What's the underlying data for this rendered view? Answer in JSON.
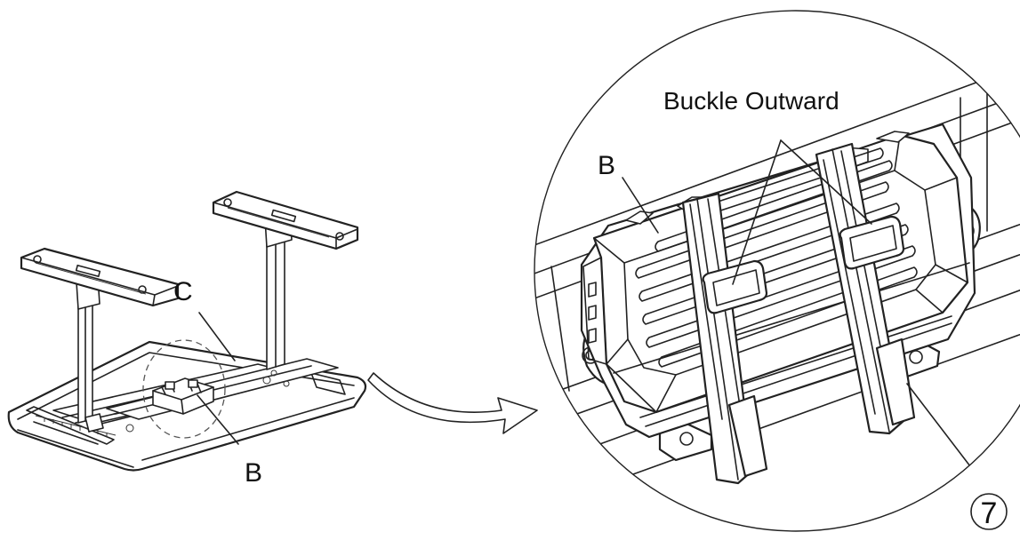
{
  "labels": {
    "buckle": "Buckle Outward",
    "b_detail": "B",
    "c_overview": "C",
    "b_overview": "B",
    "step_number": "7"
  }
}
